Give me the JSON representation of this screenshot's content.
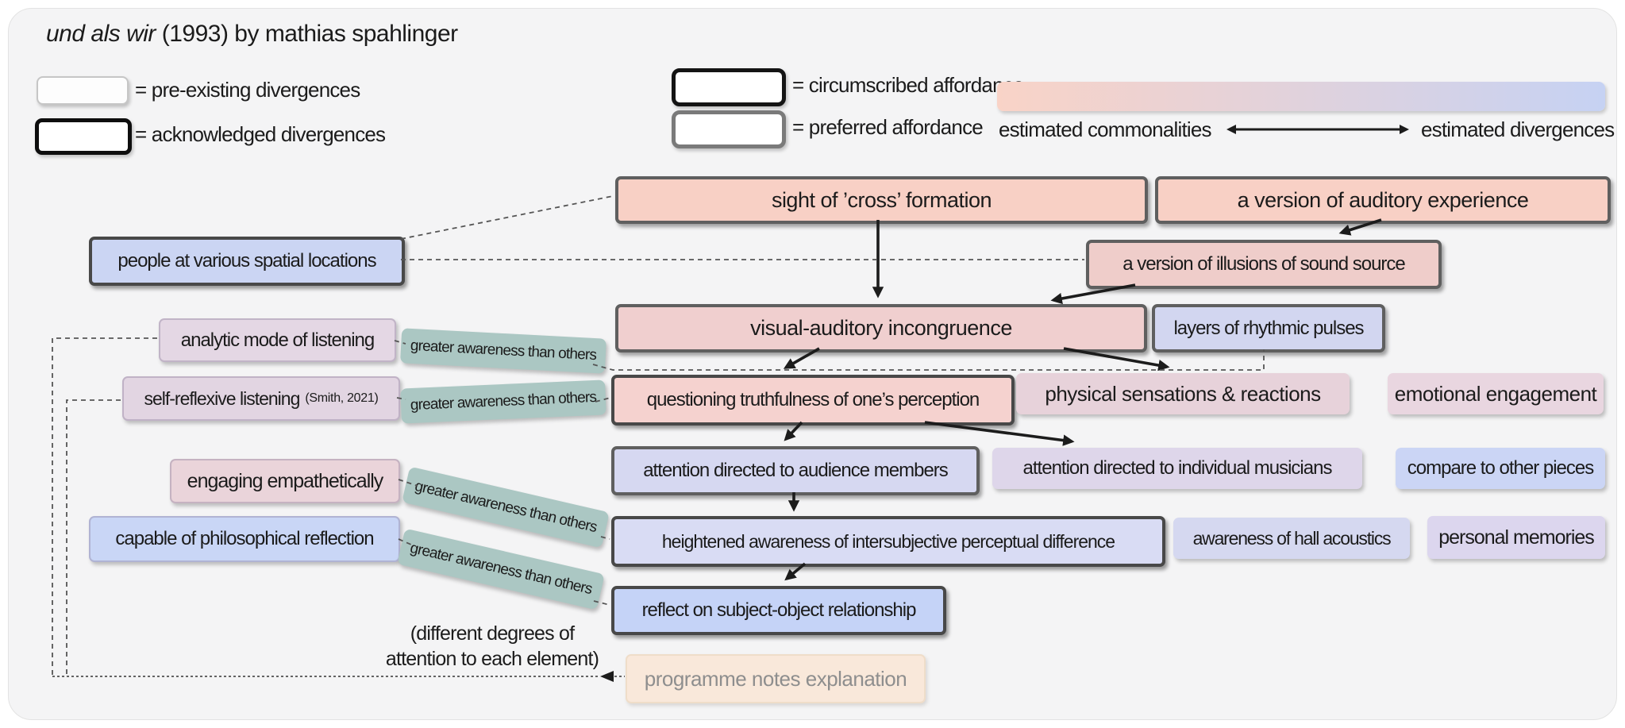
{
  "title": {
    "work": "und als wir",
    "rest": " (1993) by mathias spahlinger"
  },
  "legend": {
    "pre_existing": "= pre-existing divergences",
    "acknowledged": "= acknowledged divergences",
    "circumscribed": "= circumscribed affordance",
    "preferred": "= preferred affordance"
  },
  "gradient_scale": {
    "left_label": "estimated commonalities",
    "right_label": "estimated divergences",
    "left_color": "#f9d3c7",
    "right_color": "#c6d2f3"
  },
  "nodes": {
    "sight": {
      "label": "sight of ’cross’ formation"
    },
    "auditory_experience": {
      "label": "a version of auditory experience"
    },
    "people_locations": {
      "label": "people at various spatial locations"
    },
    "illusions": {
      "label": "a version of illusions of sound source"
    },
    "visual_auditory": {
      "label": "visual-auditory incongruence"
    },
    "layers_pulses": {
      "label": "layers of rhythmic pulses"
    },
    "analytic_listening": {
      "label": "analytic mode of listening"
    },
    "self_reflexive": {
      "label": "self-reflexive listening",
      "citation": "(Smith, 2021)"
    },
    "questioning": {
      "label": "questioning truthfulness of one’s perception"
    },
    "physical_sensations": {
      "label": "physical sensations & reactions"
    },
    "emotional_engagement": {
      "label": "emotional engagement"
    },
    "engaging_empathetically": {
      "label": "engaging empathetically"
    },
    "attention_audience": {
      "label": "attention directed to audience members"
    },
    "attention_musicians": {
      "label": "attention directed to individual musicians"
    },
    "compare_pieces": {
      "label": "compare to other pieces"
    },
    "capable_reflection": {
      "label": "capable of philosophical reflection"
    },
    "heightened_awareness": {
      "label": "heightened awareness of intersubjective perceptual difference"
    },
    "hall_acoustics": {
      "label": "awareness of hall acoustics"
    },
    "personal_memories": {
      "label": "personal memories"
    },
    "reflect_relationship": {
      "label": "reflect on subject-object relationship"
    },
    "programme_notes": {
      "label": "programme notes explanation"
    }
  },
  "annotations": {
    "greater_awareness": "greater awareness than others",
    "different_degrees_line1": "(different degrees of",
    "different_degrees_line2": "attention to each element)"
  },
  "colors": {
    "panel_bg": "#f4f4f5",
    "salmon": "#f8d0c5",
    "dusty_pink": "#efcdca",
    "pink": "#f0cfcf",
    "periwinkle": "#cbd5f3",
    "lavender": "#d6d8f1",
    "mauve": "#e4d7e4",
    "teal": "#abc7c3",
    "peach": "#f9e8da",
    "border_gray": "#5f5f5f",
    "border_dark": "#484848",
    "border_black": "#0e0e0e"
  }
}
